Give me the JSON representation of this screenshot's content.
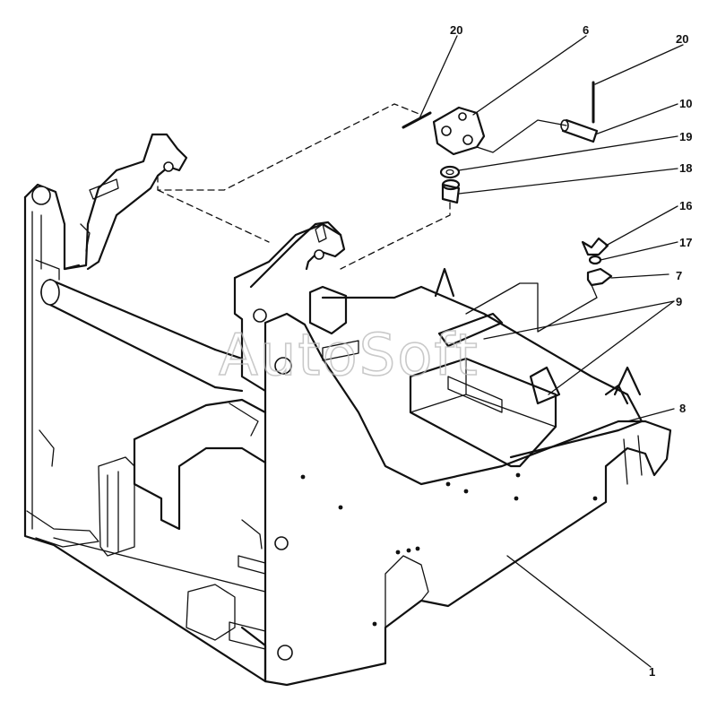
{
  "watermark": "AutoSoft",
  "callouts": [
    {
      "id": "c20a",
      "text": "20"
    },
    {
      "id": "c6",
      "text": "6"
    },
    {
      "id": "c20b",
      "text": "20"
    },
    {
      "id": "c10",
      "text": "10"
    },
    {
      "id": "c19",
      "text": "19"
    },
    {
      "id": "c18",
      "text": "18"
    },
    {
      "id": "c16",
      "text": "16"
    },
    {
      "id": "c17",
      "text": "17"
    },
    {
      "id": "c7",
      "text": "7"
    },
    {
      "id": "c9",
      "text": "9"
    },
    {
      "id": "c8",
      "text": "8"
    },
    {
      "id": "c1",
      "text": "1"
    }
  ]
}
